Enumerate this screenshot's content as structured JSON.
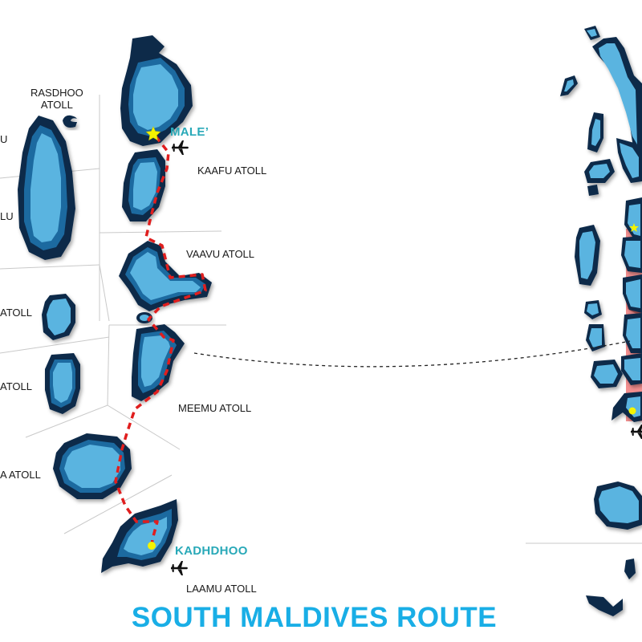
{
  "title": "SOUTH MALDIVES ROUTE",
  "colors": {
    "island_dark": "#0d2a4a",
    "island_mid": "#1f6aa0",
    "island_light": "#5ab4e0",
    "route": "#e01e1e",
    "city_label": "#29a9b8",
    "title": "#19aee6",
    "highlight": "#ef6a6a",
    "star": "#f4f400"
  },
  "cities": [
    {
      "name": "MALE’",
      "marker": "star-icon"
    },
    {
      "name": "KADHDHOO",
      "marker": "dot-icon"
    }
  ],
  "atolls": [
    {
      "name": "RASDHOO\nATOLL"
    },
    {
      "name": "KAAFU ATOLL"
    },
    {
      "name": "VAAVU ATOLL"
    },
    {
      "name": "MEEMU ATOLL"
    },
    {
      "name": "LAAMU ATOLL"
    },
    {
      "name": "U"
    },
    {
      "name": "LU"
    },
    {
      "name": "ATOLL"
    },
    {
      "name": "ATOLL"
    },
    {
      "name": "A ATOLL"
    }
  ],
  "airport_icon": "airplane-icon"
}
